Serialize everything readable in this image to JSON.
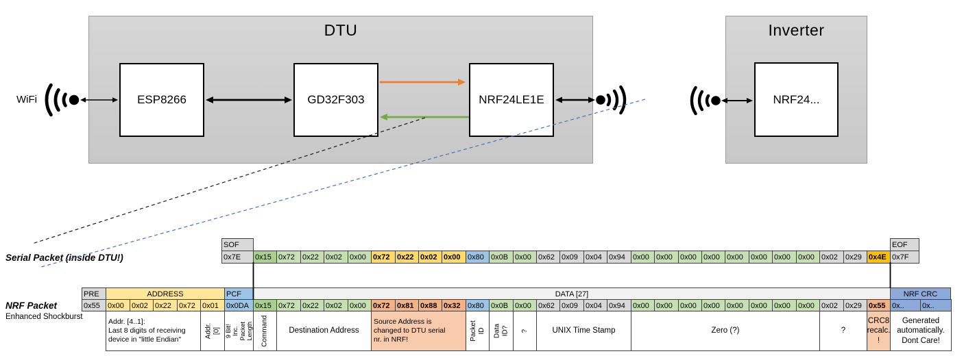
{
  "diagram": {
    "wifi_label": "WiFi",
    "dtu": {
      "title": "DTU",
      "components": [
        "ESP8266",
        "GD32F303",
        "NRF24LE1E"
      ]
    },
    "inverter": {
      "title": "Inverter",
      "component": "NRF24..."
    }
  },
  "serial_packet": {
    "label": "Serial Packet (inside DTU!)",
    "sof": {
      "header": "SOF",
      "value": "0x7E"
    },
    "eof": {
      "header": "EOF",
      "value": "0x7F"
    },
    "bytes": [
      {
        "v": "0x15",
        "c": "green_mid"
      },
      {
        "v": "0x72",
        "c": "green"
      },
      {
        "v": "0x22",
        "c": "green"
      },
      {
        "v": "0x02",
        "c": "green"
      },
      {
        "v": "0x00",
        "c": "green"
      },
      {
        "v": "0x72",
        "c": "gold",
        "b": true
      },
      {
        "v": "0x22",
        "c": "gold",
        "b": true
      },
      {
        "v": "0x02",
        "c": "gold",
        "b": true
      },
      {
        "v": "0x00",
        "c": "gold",
        "b": true
      },
      {
        "v": "0x80",
        "c": "blue"
      },
      {
        "v": "0x0B",
        "c": "green"
      },
      {
        "v": "0x00",
        "c": "green"
      },
      {
        "v": "0x62",
        "c": "gray"
      },
      {
        "v": "0x09",
        "c": "gray"
      },
      {
        "v": "0x04",
        "c": "gray"
      },
      {
        "v": "0x94",
        "c": "gray"
      },
      {
        "v": "0x00",
        "c": "green"
      },
      {
        "v": "0x00",
        "c": "green"
      },
      {
        "v": "0x00",
        "c": "green"
      },
      {
        "v": "0x00",
        "c": "green"
      },
      {
        "v": "0x00",
        "c": "green"
      },
      {
        "v": "0x00",
        "c": "green"
      },
      {
        "v": "0x00",
        "c": "green"
      },
      {
        "v": "0x00",
        "c": "green"
      },
      {
        "v": "0x02",
        "c": "gray"
      },
      {
        "v": "0x29",
        "c": "gray"
      },
      {
        "v": "0x4E",
        "c": "amber",
        "b": true
      }
    ]
  },
  "nrf_packet": {
    "label": "NRF Packet",
    "sublabel": "Enhanced Shockburst",
    "pre": {
      "header": "PRE",
      "value": "0x55"
    },
    "address": {
      "header": "ADDRESS",
      "values": [
        "0x00",
        "0x02",
        "0x22",
        "0x72",
        "0x01"
      ]
    },
    "pcf": {
      "header": "PCF",
      "value": "0x0DA"
    },
    "data_header": "DATA [27]",
    "bytes": [
      {
        "v": "0x15",
        "c": "green_mid"
      },
      {
        "v": "0x72",
        "c": "green"
      },
      {
        "v": "0x22",
        "c": "green"
      },
      {
        "v": "0x02",
        "c": "green"
      },
      {
        "v": "0x00",
        "c": "green"
      },
      {
        "v": "0x72",
        "c": "salmon",
        "b": true
      },
      {
        "v": "0x81",
        "c": "salmon",
        "b": true
      },
      {
        "v": "0x88",
        "c": "salmon",
        "b": true
      },
      {
        "v": "0x32",
        "c": "salmon",
        "b": true
      },
      {
        "v": "0x80",
        "c": "blue"
      },
      {
        "v": "0x0B",
        "c": "green"
      },
      {
        "v": "0x00",
        "c": "green"
      },
      {
        "v": "0x62",
        "c": "gray"
      },
      {
        "v": "0x09",
        "c": "gray"
      },
      {
        "v": "0x04",
        "c": "gray"
      },
      {
        "v": "0x94",
        "c": "gray"
      },
      {
        "v": "0x00",
        "c": "green"
      },
      {
        "v": "0x00",
        "c": "green"
      },
      {
        "v": "0x00",
        "c": "green"
      },
      {
        "v": "0x00",
        "c": "green"
      },
      {
        "v": "0x00",
        "c": "green"
      },
      {
        "v": "0x00",
        "c": "green"
      },
      {
        "v": "0x00",
        "c": "green"
      },
      {
        "v": "0x00",
        "c": "green"
      },
      {
        "v": "0x02",
        "c": "gray"
      },
      {
        "v": "0x29",
        "c": "gray"
      },
      {
        "v": "0x55",
        "c": "salmon",
        "b": true
      }
    ],
    "crc": {
      "header": "NRF CRC",
      "values": [
        "0x..",
        "0x.."
      ]
    },
    "annotations": [
      {
        "text": "Addr. [4..1]:\nLast 8 digits of receiving\ndevice in \"little Endian\"",
        "start": 0,
        "end": 3,
        "align": "left"
      },
      {
        "text": "Addr.[0]",
        "start": 4,
        "end": 4,
        "rot": true
      },
      {
        "text": "9 Bit!\nInc. Packet\nLength",
        "start": 5,
        "end": 5,
        "rot": true
      },
      {
        "text": "Command",
        "start": 6,
        "end": 6,
        "rot": true
      },
      {
        "text": "Destination Address",
        "start": 7,
        "end": 10
      },
      {
        "text": "Source Address is\nchanged to DTU serial\nnr. in NRF!",
        "start": 11,
        "end": 14,
        "bg": "salmon_light",
        "align": "left"
      },
      {
        "text": "Packet ID",
        "start": 15,
        "end": 15,
        "rot": true
      },
      {
        "text": "Data ID?",
        "start": 16,
        "end": 16,
        "rot": true
      },
      {
        "text": "?",
        "start": 17,
        "end": 17,
        "rot": true
      },
      {
        "text": "UNIX Time Stamp",
        "start": 18,
        "end": 21
      },
      {
        "text": "Zero (?)",
        "start": 22,
        "end": 29
      },
      {
        "text": "?",
        "start": 30,
        "end": 31
      },
      {
        "text": "CRC8\nrecalc.\n!",
        "start": 32,
        "end": 32,
        "bg": "salmon_light"
      },
      {
        "text": "Generated\nautomatically.\nDont Care!",
        "start": 33,
        "end": 34
      }
    ]
  },
  "colors": {
    "green_mid": "#A9D08E",
    "green": "#C6E0B4",
    "gold": "#FFD966",
    "amber": "#FFC000",
    "blue": "#9DC3E6",
    "blue_dark": "#8EAADB",
    "gray": "#D9D9D9",
    "salmon": "#F4B183",
    "salmon_light": "#F8CBAD",
    "yellow": "#FFE699",
    "header_gray": "#F2F2F2",
    "orange_arrow": "#ED7D31",
    "green_arrow": "#70AD47",
    "blue_dashed": "#4472C4"
  }
}
